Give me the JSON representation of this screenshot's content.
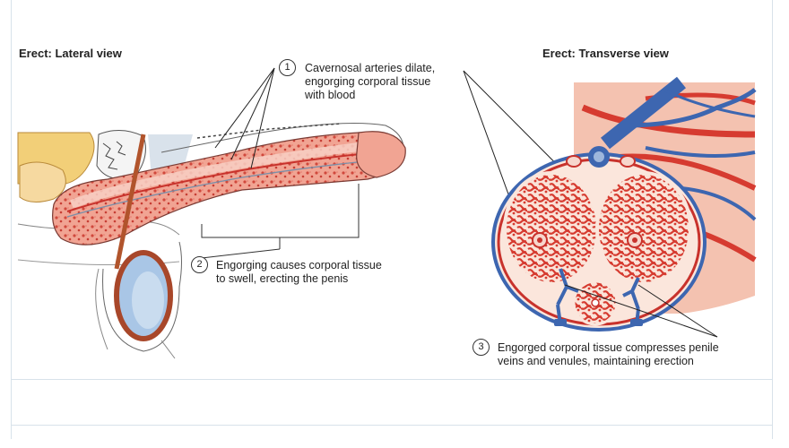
{
  "titles": {
    "lateral": "Erect: Lateral view",
    "transverse": "Erect: Transverse view"
  },
  "callouts": [
    {
      "number": "1",
      "lines": [
        "Cavernosal arteries dilate,",
        "engorging corporal tissue",
        "with blood"
      ]
    },
    {
      "number": "2",
      "lines": [
        "Engorging causes corporal tissue",
        "to swell, erecting the penis"
      ]
    },
    {
      "number": "3",
      "lines": [
        "Engorged corporal tissue compresses penile",
        "veins and venules, maintaining erection"
      ]
    }
  ],
  "colors": {
    "tissue": "#f4b6a8",
    "artery": "#c8322c",
    "vein": "#3d66b0",
    "sinus": "#e0584a"
  }
}
